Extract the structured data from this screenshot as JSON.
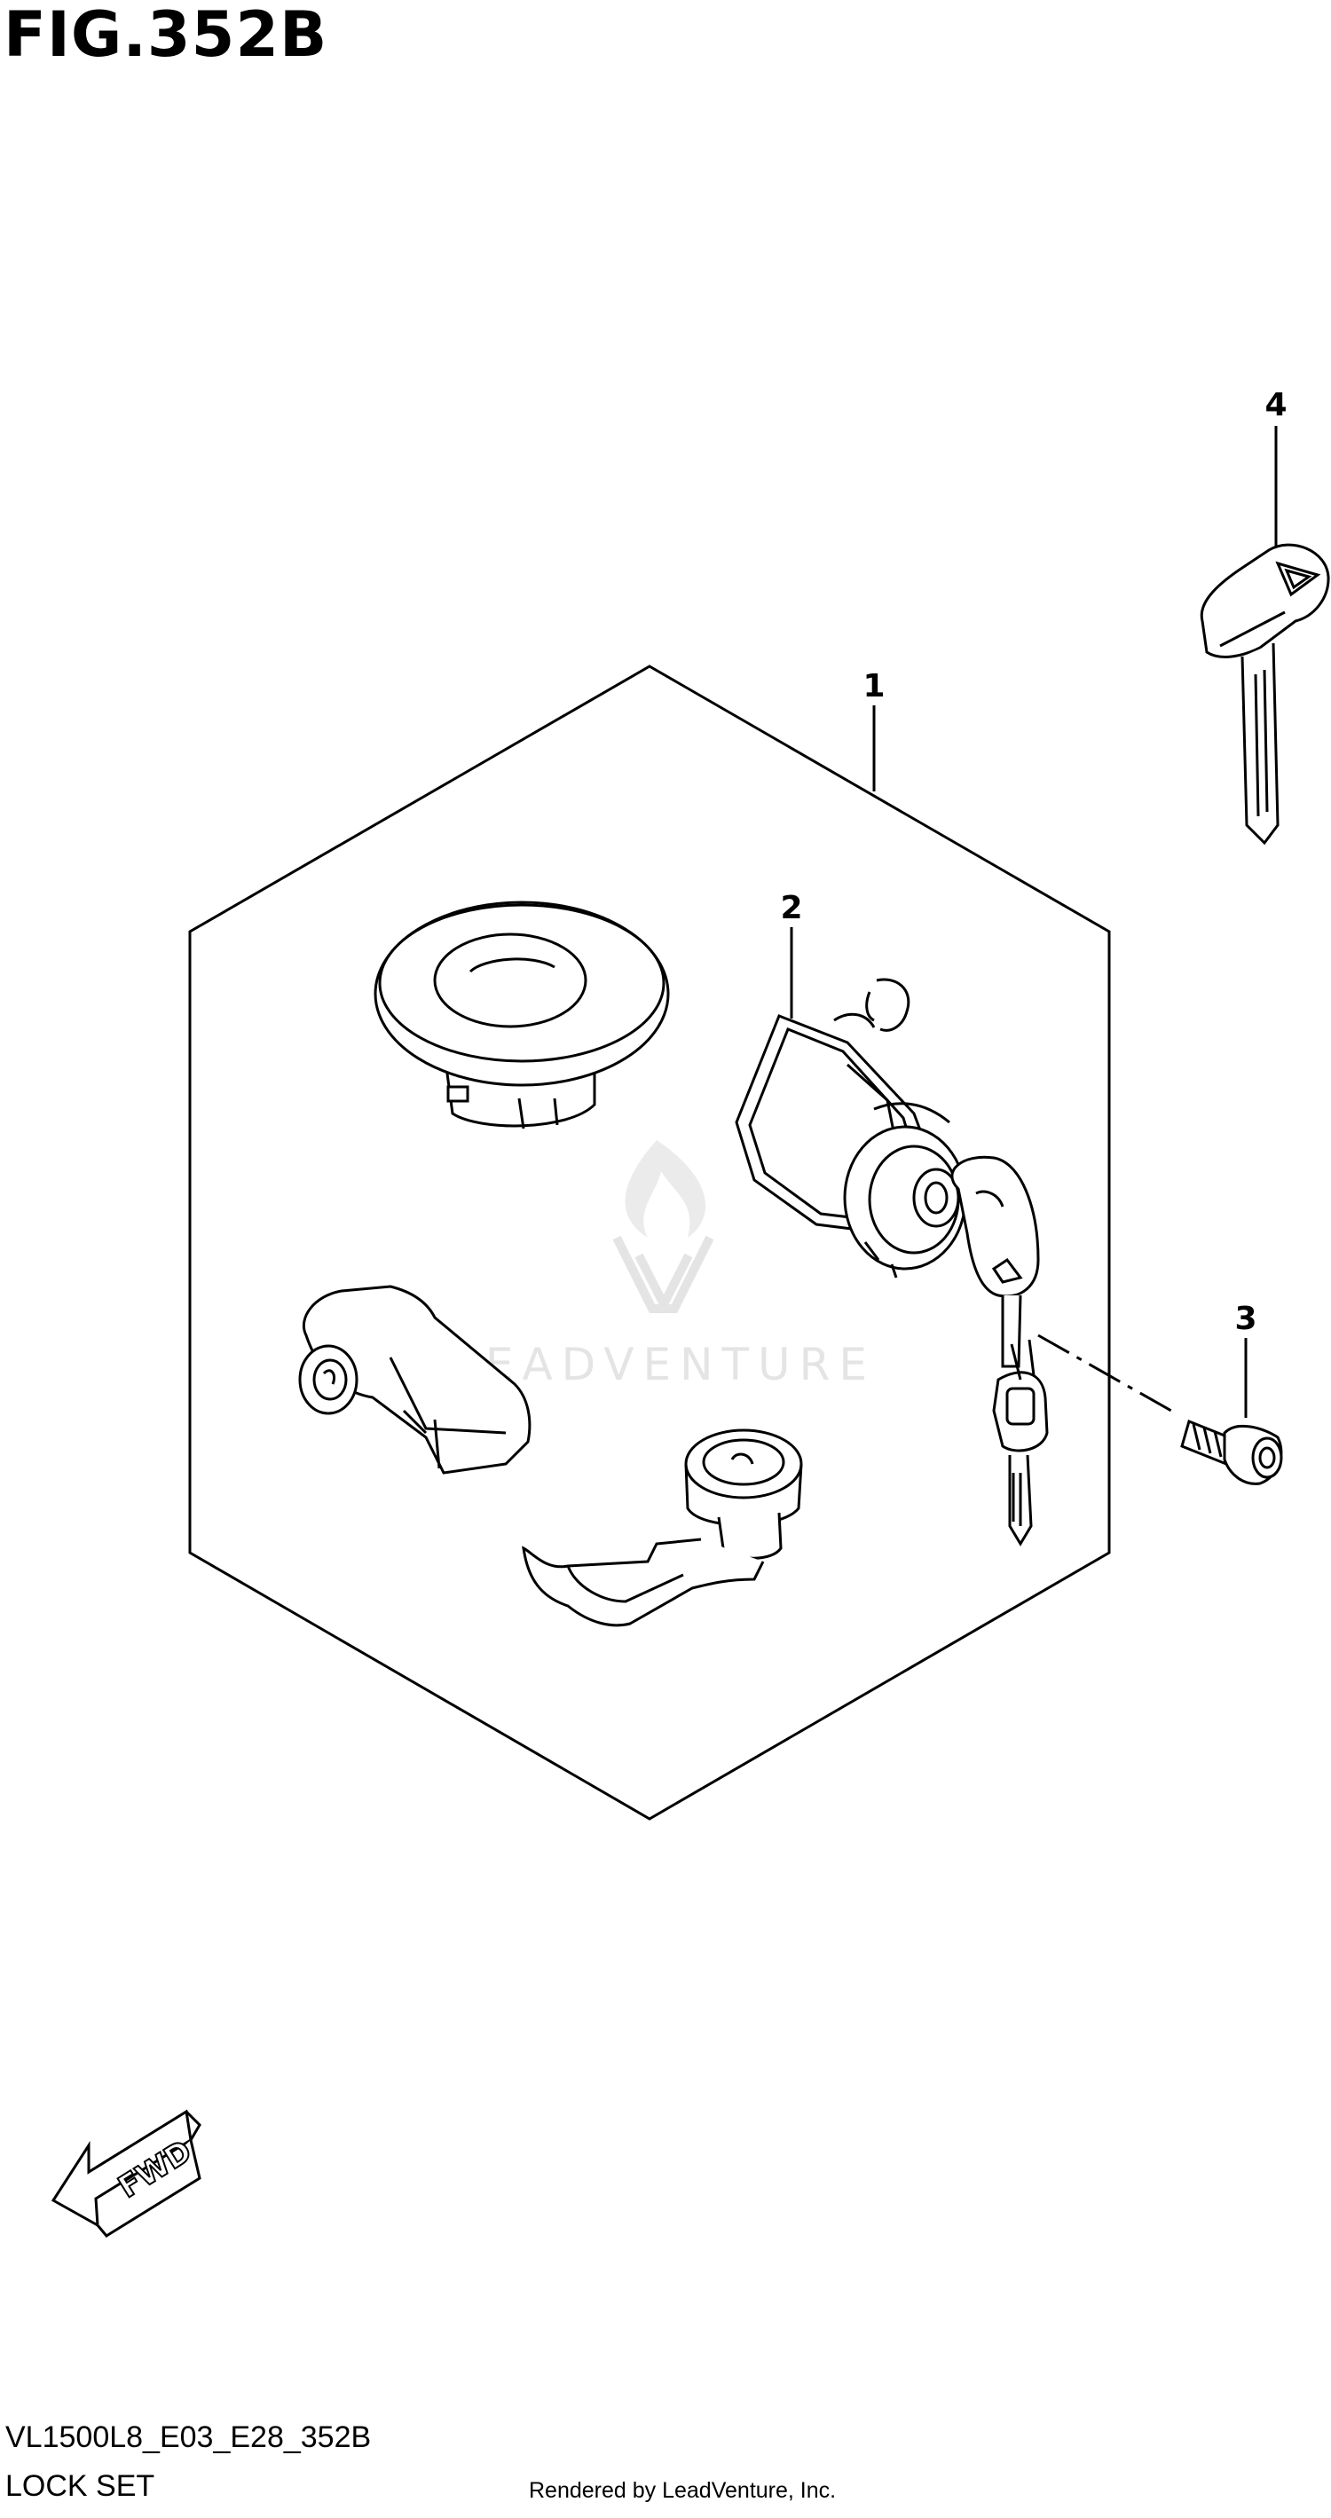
{
  "figure": {
    "title": "FIG.352B",
    "code": "VL1500L8_E03_E28_352B",
    "name": "LOCK SET"
  },
  "credit": "Rendered by LeadVenture, Inc.",
  "watermark": {
    "text": "LEADVENTURE",
    "icon": "flame-v-logo-icon"
  },
  "callouts": [
    {
      "id": "1",
      "label": "1"
    },
    {
      "id": "2",
      "label": "2"
    },
    {
      "id": "3",
      "label": "3"
    },
    {
      "id": "4",
      "label": "4"
    }
  ],
  "fwd": {
    "label": "FWD",
    "icon": "fwd-arrow-icon"
  },
  "colors": {
    "line": "#000000",
    "watermark": "#cfcfcf",
    "background": "#ffffff"
  }
}
